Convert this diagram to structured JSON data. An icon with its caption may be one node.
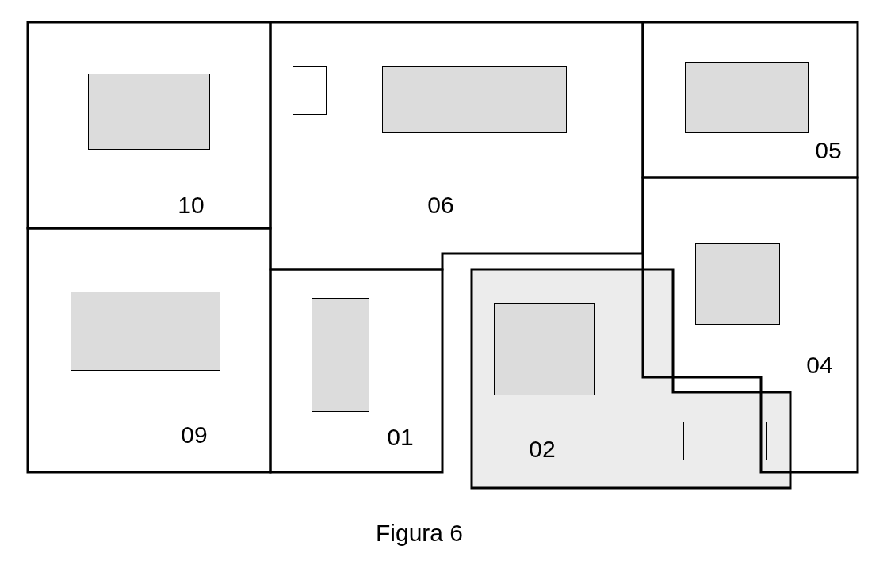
{
  "diagram": {
    "caption": "Figura 6",
    "nodes": [
      {
        "text": [
          "10"
        ]
      },
      {
        "text": [],
        "shape": "box",
        "in": 0
      },
      {
        "text": [
          "06"
        ]
      },
      {
        "text": [],
        "shape": "box",
        "in": 2
      },
      {
        "text": [],
        "shape": "box",
        "in": 2
      },
      {
        "text": [
          "05"
        ]
      },
      {
        "text": [],
        "shape": "box",
        "in": 5
      },
      {
        "text": [
          "09"
        ]
      },
      {
        "text": [],
        "shape": "box",
        "in": 7
      },
      {
        "text": [
          "01"
        ]
      },
      {
        "text": [],
        "shape": "box",
        "in": 9
      },
      {
        "text": [
          "02"
        ]
      },
      {
        "text": [],
        "shape": "box",
        "in": 11
      },
      {
        "text": [],
        "shape": "box",
        "in": 11
      },
      {
        "text": [
          "04"
        ]
      },
      {
        "text": [],
        "shape": "box",
        "in": 14
      }
    ]
  }
}
